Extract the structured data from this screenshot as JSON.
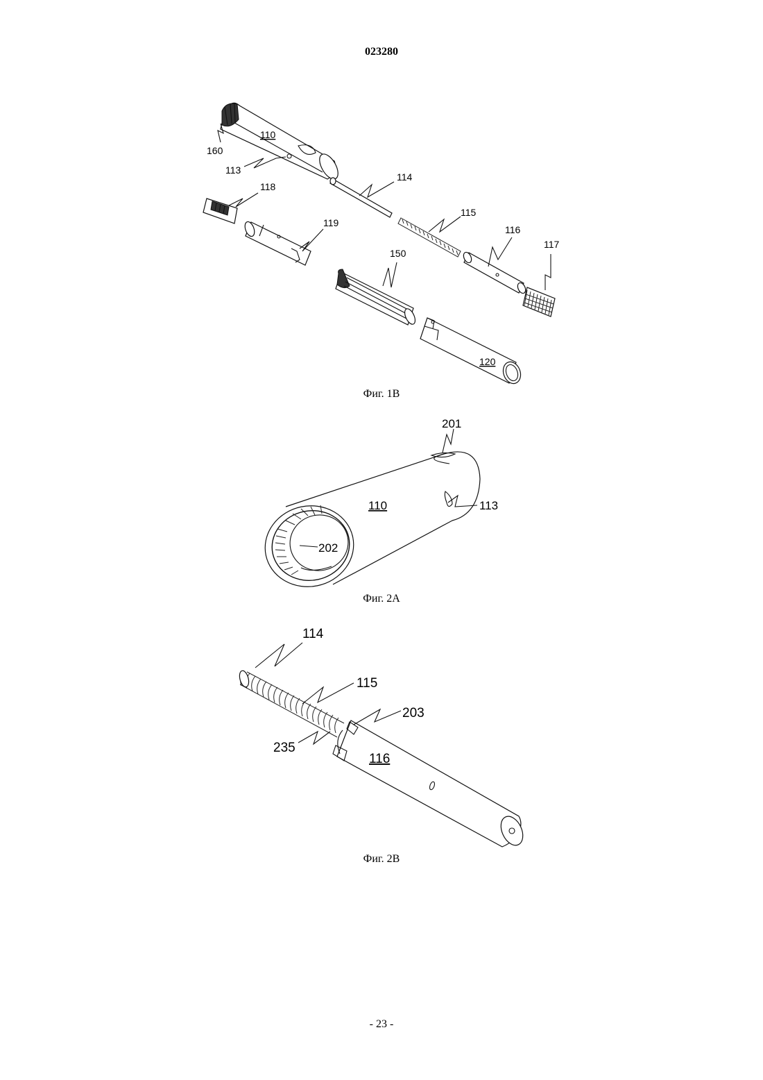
{
  "header": {
    "doc_number": "023280"
  },
  "footer": {
    "page_number": "- 23 -"
  },
  "figures": [
    {
      "caption": "Фиг. 1B",
      "labels": {
        "l110": "110",
        "l113": "113",
        "l114": "114",
        "l115": "115",
        "l116": "116",
        "l117": "117",
        "l118": "118",
        "l119": "119",
        "l120": "120",
        "l150": "150",
        "l160": "160"
      }
    },
    {
      "caption": "Фиг. 2A",
      "labels": {
        "l201": "201",
        "l110": "110",
        "l113": "113",
        "l202": "202"
      }
    },
    {
      "caption": "Фиг. 2B",
      "labels": {
        "l114": "114",
        "l115": "115",
        "l203": "203",
        "l235": "235",
        "l116": "116"
      }
    }
  ]
}
